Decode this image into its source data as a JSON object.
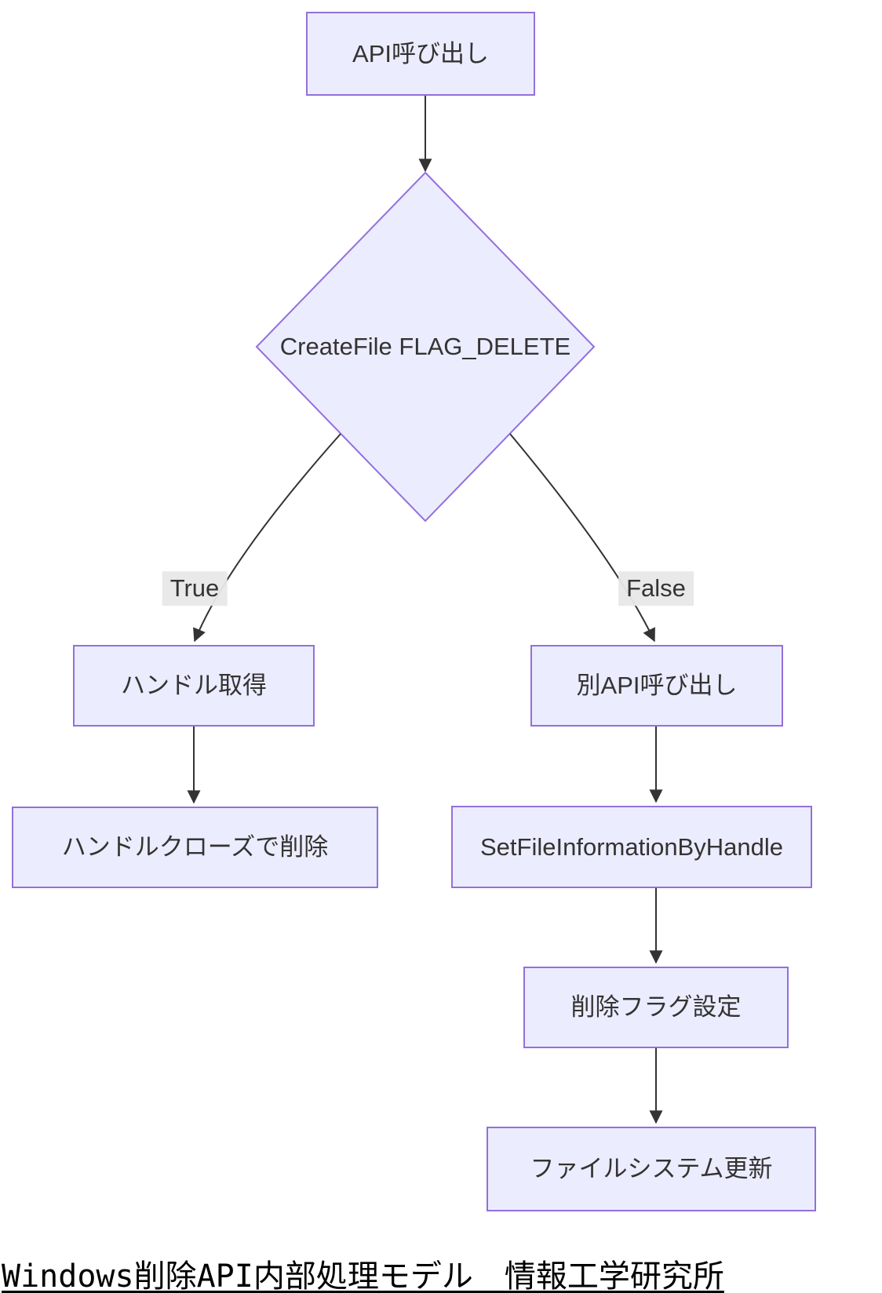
{
  "diagram": {
    "type": "flowchart",
    "nodes": {
      "api_call": {
        "label": "API呼び出し",
        "shape": "rect"
      },
      "decision": {
        "label": "CreateFile FLAG_DELETE",
        "shape": "diamond"
      },
      "handle_acquire": {
        "label": "ハンドル取得",
        "shape": "rect"
      },
      "alt_api_call": {
        "label": "別API呼び出し",
        "shape": "rect"
      },
      "handle_close_delete": {
        "label": "ハンドルクローズで削除",
        "shape": "rect"
      },
      "set_file_information": {
        "label": "SetFileInformationByHandle",
        "shape": "rect"
      },
      "delete_flag_set": {
        "label": "削除フラグ設定",
        "shape": "rect"
      },
      "filesystem_update": {
        "label": "ファイルシステム更新",
        "shape": "rect"
      }
    },
    "edges": [
      {
        "from": "api_call",
        "to": "decision",
        "label": ""
      },
      {
        "from": "decision",
        "to": "handle_acquire",
        "label": "True"
      },
      {
        "from": "decision",
        "to": "alt_api_call",
        "label": "False"
      },
      {
        "from": "handle_acquire",
        "to": "handle_close_delete",
        "label": ""
      },
      {
        "from": "alt_api_call",
        "to": "set_file_information",
        "label": ""
      },
      {
        "from": "set_file_information",
        "to": "delete_flag_set",
        "label": ""
      },
      {
        "from": "delete_flag_set",
        "to": "filesystem_update",
        "label": ""
      }
    ],
    "edge_labels": {
      "true_branch": "True",
      "false_branch": "False"
    },
    "caption": "Windows削除API内部処理モデル　情報工学研究所",
    "colors": {
      "node_fill": "#ECECFF",
      "node_border": "#9370DB",
      "edge_stroke": "#333333",
      "text": "#333333",
      "edge_label_bg": "#e8e8e8",
      "caption_text": "#000000",
      "background": "#ffffff"
    }
  }
}
